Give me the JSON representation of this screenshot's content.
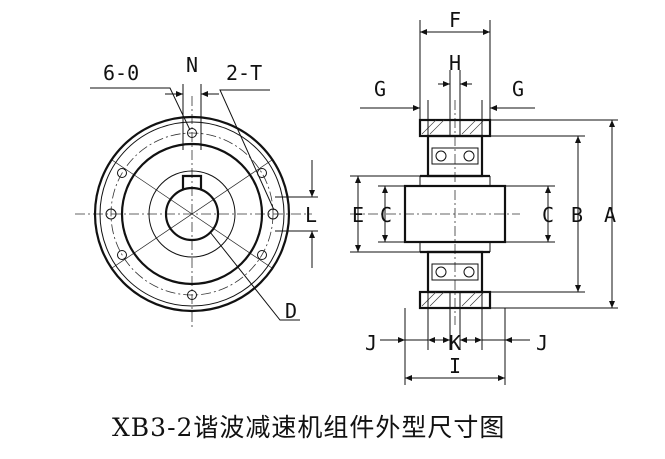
{
  "caption": "XB3-2谐波减速机组件外型尺寸图",
  "front_view": {
    "labels": {
      "holes": "6-0",
      "key_width": "N",
      "threaded_holes": "2-T",
      "key_height": "L",
      "bolt_circle": "D"
    }
  },
  "side_view": {
    "labels": {
      "overall_width": "F",
      "center_width": "H",
      "gap_left": "G",
      "gap_right": "G",
      "bore_left": "E",
      "shaft_left": "C",
      "shaft_right": "C",
      "hub_diameter": "B",
      "outer_diameter": "A",
      "flange_left": "J",
      "center_gap": "K",
      "flange_right": "J",
      "total_length": "I"
    }
  }
}
